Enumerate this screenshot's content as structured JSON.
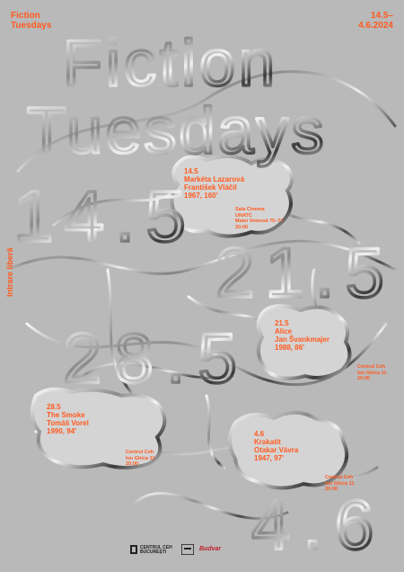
{
  "header": {
    "left_line1": "Fiction",
    "left_line2": "Tuesdays",
    "right_line1": "14.5–",
    "right_line2": "4.6.2024"
  },
  "side_label": "Intrare liberă",
  "headline": {
    "word1": "Fiction",
    "word2": "Tuesdays",
    "big_dates": [
      "14.5",
      "21.5",
      "28.5",
      "4.6"
    ]
  },
  "screenings": [
    {
      "date": "14.5",
      "title": "Markéta Lazarová",
      "director": "František Vláčil",
      "meta": "1967, 160'",
      "venue": [
        "Sala Cinema",
        "UNATC",
        "Matei Voievod 75–77",
        "20:00"
      ]
    },
    {
      "date": "21.5",
      "title": "Alice",
      "director": "Jan Švankmajer",
      "meta": "1988, 86'",
      "venue": [
        "Centrul Ceh",
        "Ion Ghica 11",
        "20:00"
      ]
    },
    {
      "date": "28.5",
      "title": "The Smoke",
      "director": "Tomáš Vorel",
      "meta": "1990, 94'",
      "venue": [
        "Centrul Ceh",
        "Ion Ghica 11",
        "20:00"
      ]
    },
    {
      "date": "4.6",
      "title": "Krakatit",
      "director": "Otakar Vávra",
      "meta": "1947, 97'",
      "venue": [
        "Centrul Ceh",
        "Ion Ghica 11",
        "20:00"
      ]
    }
  ],
  "logos": {
    "czech_centre": "CENTRUL CEH BUCUREȘTI",
    "beer": "Budvar"
  }
}
